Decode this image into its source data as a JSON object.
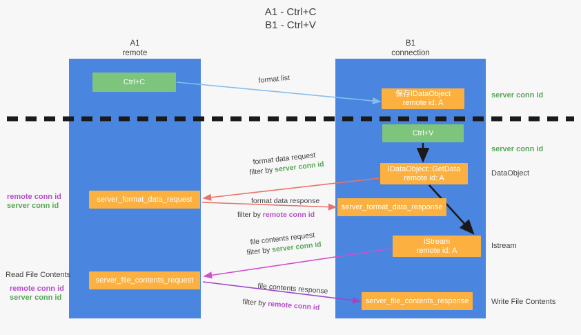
{
  "title": "A1 - Ctrl+C\nB1 - Ctrl+V",
  "lanes": [
    {
      "name": "A1",
      "sub": "remote",
      "label": "A1\nremote"
    },
    {
      "name": "B1",
      "sub": "connection",
      "label": "B1\nconnection"
    }
  ],
  "boxes": {
    "ctrl_c": "Ctrl+C",
    "save_idataobject": "保存IDataObject\nremote id: A",
    "ctrl_v": "Ctrl+V",
    "getdata": "IDataObject::GetData\nremote id: A",
    "server_format_data_request": "server_format_data_request",
    "server_format_data_response": "server_format_data_response",
    "istream": "IStream\nremote id: A",
    "server_file_contents_request": "server_file_contents_request",
    "server_file_contents_response": "server_file_contents_response"
  },
  "side_labels": {
    "server_conn_id_1": "server conn id",
    "server_conn_id_2": "server conn id",
    "dataobject": "DataObject",
    "istream": "Istream",
    "write_file_contents": "Write File Contents",
    "read_file_contents": "Read File Contents",
    "remote_conn_id_left_1": "remote conn id",
    "server_conn_id_left_1": "server conn id",
    "remote_conn_id_left_2": "remote conn id",
    "server_conn_id_left_2": "server conn id"
  },
  "edges": {
    "format_list": "format list",
    "format_data_request": "format data request",
    "format_data_request_filter_prefix": "filter by ",
    "format_data_request_filter_key": "server conn id",
    "format_data_response": "format data response",
    "format_data_response_filter_prefix": "filter by ",
    "format_data_response_filter_key": "remote conn id",
    "file_contents_request": "file contents request",
    "file_contents_request_filter_prefix": "filter by ",
    "file_contents_request_filter_key": "server conn id",
    "file_contents_response": "file contents response",
    "file_contents_response_filter_prefix": "filter by ",
    "file_contents_response_filter_key": "remote conn id"
  },
  "colors": {
    "lane": "#4a86e0",
    "green_box": "#7dc47d",
    "orange_box": "#fcb040",
    "server_conn_id": "#58a757",
    "remote_conn_id": "#b44fc6",
    "arrow_blue": "#87bdec",
    "arrow_red": "#e8736a",
    "arrow_magenta": "#cf4fd0",
    "arrow_purple": "#9a49c8",
    "arrow_black": "#1a1a1a",
    "divider": "#1a1a1a",
    "background": "#f7f7f7"
  }
}
